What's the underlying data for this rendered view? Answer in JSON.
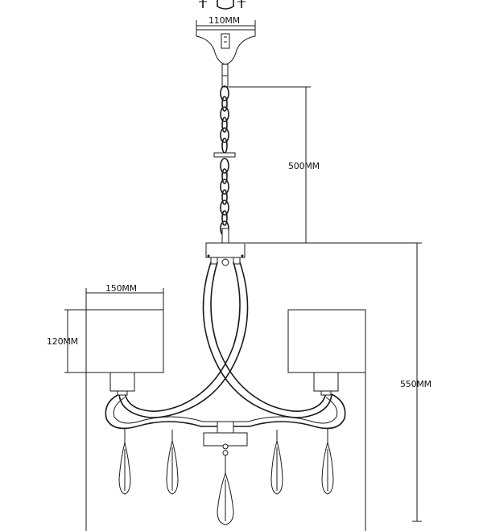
{
  "dimensions": {
    "canopy_width": "110MM",
    "chain_length": "500MM",
    "shade_width": "150MM",
    "shade_height": "120MM",
    "body_height": "550MM"
  }
}
